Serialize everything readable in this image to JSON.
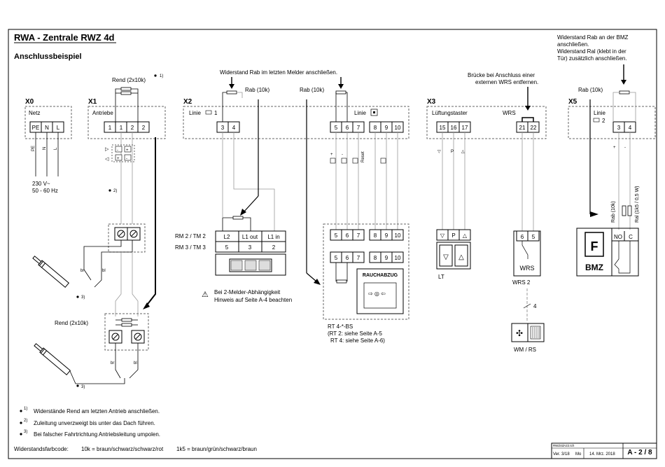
{
  "header": {
    "title": "RWA - Zentrale  RWZ 4d",
    "subtitle": "Anschlussbeispiel"
  },
  "notes_top": {
    "rend_1": "Rend (2x10k)",
    "rend_1_sup": "1)",
    "rab_last": "Widerstand Rab im letzten Melder anschließen.",
    "rab_x2a": "Rab (10k)",
    "rab_x2b": "Rab (10k)",
    "bridge_1": "Brücke bei Anschluss einer",
    "bridge_2": "externen WRS entfernen.",
    "bmz_1": "Widerstand Rab an der BMZ",
    "bmz_2": "anschließen.",
    "bmz_3": "Widerstand Ral (klebt in der",
    "bmz_4": "Tür) zusätzlich anschließen.",
    "rab_x5": "Rab (10k)"
  },
  "x0": {
    "id": "X0",
    "label": "Netz",
    "terminals": [
      "PE",
      "N",
      "L"
    ],
    "wire_labels": [
      "PE",
      "N",
      "L"
    ],
    "voltage": "230 V~",
    "frequency": "50 - 60 Hz"
  },
  "x1": {
    "id": "X1",
    "label": "Antriebe",
    "terminals": [
      "1",
      "1",
      "2",
      "2"
    ],
    "sup2": "2)",
    "wire_br": "br",
    "wire_bl": "bl",
    "sup3": "3)",
    "rend_2": "Rend (2x10k)",
    "wire_br2": "br",
    "wire_bl2": "bl",
    "sup3b": "3)"
  },
  "x2": {
    "id": "X2",
    "linie1": "Linie",
    "linie1_num": "1",
    "linie2": "Linie",
    "left_terminals": [
      "3",
      "4"
    ],
    "right_terminals": [
      "5",
      "6",
      "7",
      "8",
      "9",
      "10"
    ],
    "plus": "+",
    "minus": "-",
    "reset": "Reset",
    "rm_label_1": "RM 2 / TM 2",
    "rm_label_2": "RM 3 / TM 3",
    "rm_cols": [
      "L2",
      "L1 out",
      "L1 in"
    ],
    "rm_nums": [
      "5",
      "3",
      "2"
    ],
    "hint_1": "Bei 2-Melder-Abhängigkeit",
    "hint_2": "Hinweis auf Seite A-4 beachten",
    "rt_top": [
      "5",
      "6",
      "7",
      "8",
      "9",
      "10"
    ],
    "rt_bottom": [
      "5",
      "6",
      "7",
      "8",
      "9",
      "10"
    ],
    "rauchabzug": "RAUCHABZUG",
    "rt_name": "RT 4-*-BS",
    "rt_note1": "(RT 2: siehe Seite A-5",
    "rt_note2": "RT 4: siehe Seite A-6)"
  },
  "x3": {
    "id": "X3",
    "lt_label": "Lüftungstaster",
    "wrs_label": "WRS",
    "lt_terminals": [
      "15",
      "16",
      "17"
    ],
    "wrs_terminals": [
      "21",
      "22"
    ],
    "p": "P",
    "lt_name": "LT",
    "wrs_box": [
      "6",
      "5"
    ],
    "wrs_inner": "WRS",
    "wrs2": "WRS 2",
    "wire_count": "4",
    "wm_name": "WM / RS"
  },
  "x5": {
    "id": "X5",
    "linie": "Linie",
    "linie_num": "2",
    "terminals": [
      "3",
      "4"
    ],
    "plus": "+",
    "minus": "-",
    "rab_v": "Rab (10k)",
    "ral_v": "Ral (1k5 / 0,5 W)",
    "bmz_f": "F",
    "bmz": "BMZ",
    "no": "NO",
    "c": "C"
  },
  "footnotes": {
    "n1_sup": "1)",
    "n1": "Widerstände Rend am letzten Antrieb anschließen.",
    "n2_sup": "2)",
    "n2": "Zuleitung unverzweigt bis unter das Dach führen.",
    "n3_sup": "3)",
    "n3": "Bei falscher Fahrtrichtung Antriebsleitung umpolen.",
    "code_label": "Widerstandsfarbcode:",
    "code_10k": "10k = braun/schwarz/schwarz/rot",
    "code_1k5": "1k5 = braun/grün/schwarz/braun"
  },
  "titleblock": {
    "file": "RWZ4dA22.tch",
    "version": "Ver. 3/18",
    "day": "Mo",
    "date": "14. Mrz. 2018",
    "page": "A - 2 / 8"
  }
}
